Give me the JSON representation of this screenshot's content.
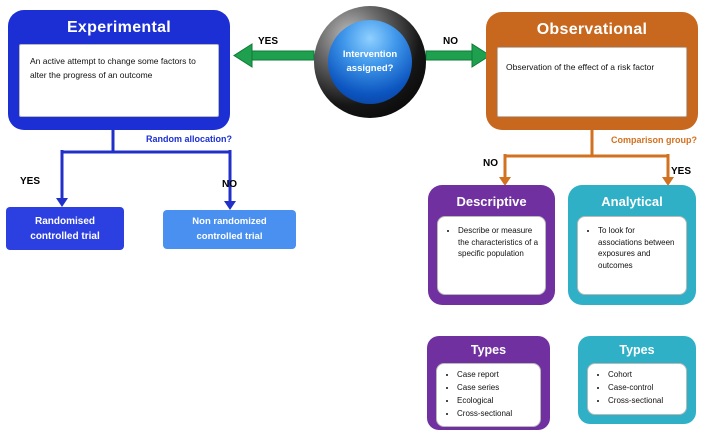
{
  "decision": {
    "label": "Intervention assigned?"
  },
  "edges": {
    "intervention_yes": "YES",
    "intervention_no": "NO",
    "random_allocation_q": "Random allocation?",
    "random_yes": "YES",
    "random_no": "NO",
    "comparison_q": "Comparison group?",
    "comparison_no": "NO",
    "comparison_yes": "YES"
  },
  "experimental": {
    "title": "Experimental",
    "body": "An active attempt to change some factors to alter the progress  of an outcome"
  },
  "observational": {
    "title": "Observational",
    "body": "Observation of the effect of a risk factor"
  },
  "outcomes": {
    "rct": "Randomised controlled trial",
    "non_rct": "Non randomized controlled trial"
  },
  "descriptive": {
    "title": "Descriptive",
    "bullet": "Describe or measure the characteristics of a specific population"
  },
  "analytical": {
    "title": "Analytical",
    "bullet": "To look for associations between exposures and outcomes"
  },
  "descriptive_types": {
    "title": "Types",
    "items": [
      "Case report",
      "Case series",
      "Ecological",
      "Cross-sectional"
    ]
  },
  "analytical_types": {
    "title": "Types",
    "items": [
      "Cohort",
      "Case-control",
      "Cross-sectional"
    ]
  },
  "colors": {
    "experimental_blue": "#1b2fd4",
    "rct_blue": "#2c3fe0",
    "non_rct_blue": "#4a90f0",
    "observational_orange": "#c8681f",
    "descriptive_purple": "#7030a0",
    "analytical_teal": "#2fb0c7",
    "arrow_green": "#1fa04e"
  }
}
